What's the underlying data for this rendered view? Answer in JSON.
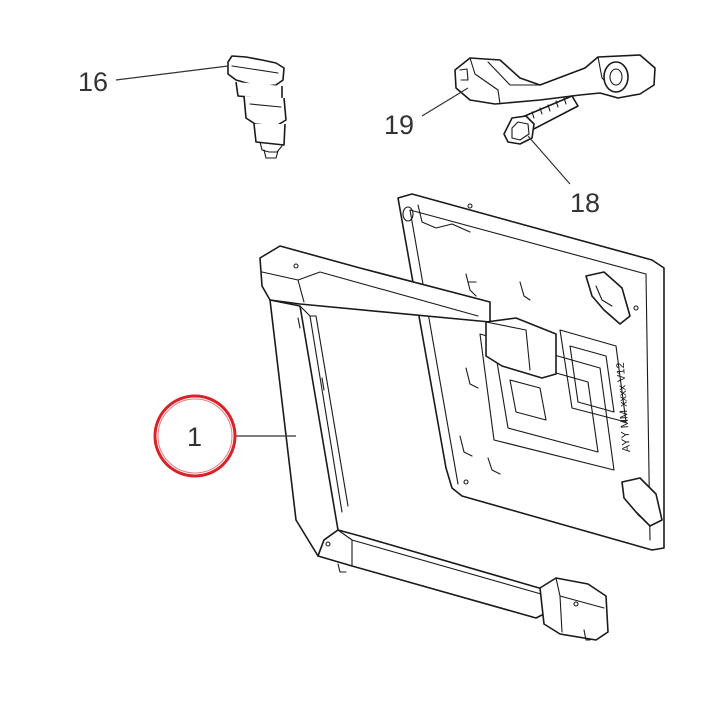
{
  "callouts": {
    "c16": "16",
    "c19": "19",
    "c18": "18",
    "c1": "1"
  },
  "plate_marking": "AYY MM xxxx V12",
  "colors": {
    "highlight_ring": "#d8232a",
    "line": "#1a1a1a",
    "background": "#ffffff"
  }
}
